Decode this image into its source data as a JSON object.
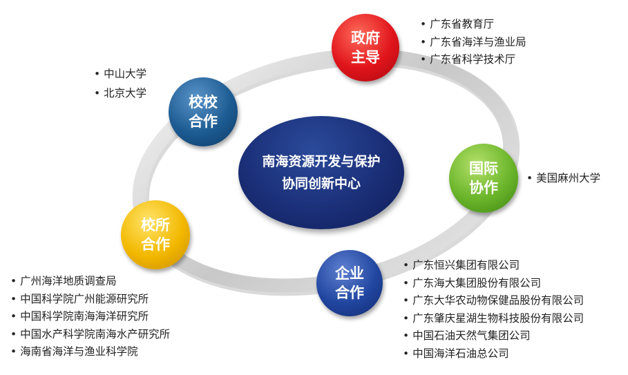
{
  "center": {
    "line1": "南海资源开发与保护",
    "line2": "协同创新中心"
  },
  "nodes": {
    "gov": {
      "line1": "政府",
      "line2": "主导",
      "color": "#e0141b"
    },
    "univ": {
      "line1": "校校",
      "line2": "合作",
      "color": "#1c5b92"
    },
    "intl": {
      "line1": "国际",
      "line2": "协作",
      "color": "#6ab52a"
    },
    "inst": {
      "line1": "校所",
      "line2": "合作",
      "color": "#f2b800"
    },
    "ent": {
      "line1": "企业",
      "line2": "合作",
      "color": "#2146a0"
    }
  },
  "lists": {
    "gov": [
      "广东省教育厅",
      "广东省海洋与渔业局",
      "广东省科学技术厅"
    ],
    "univ": [
      "中山大学",
      "北京大学"
    ],
    "intl": [
      "美国麻州大学"
    ],
    "inst": [
      "广州海洋地质调查局",
      "中国科学院广州能源研究所",
      "中国科学院南海海洋研究所",
      "中国水产科学院南海水产研究所",
      "海南省海洋与渔业科学院"
    ],
    "ent": [
      "广东恒兴集团有限公司",
      "广东海大集团股份有限公司",
      "广东大华农动物保健品股份有限公司",
      "广东肇庆星湖生物科技股份有限公司",
      "中国石油天然气集团公司",
      "中国海洋石油总公司"
    ]
  }
}
